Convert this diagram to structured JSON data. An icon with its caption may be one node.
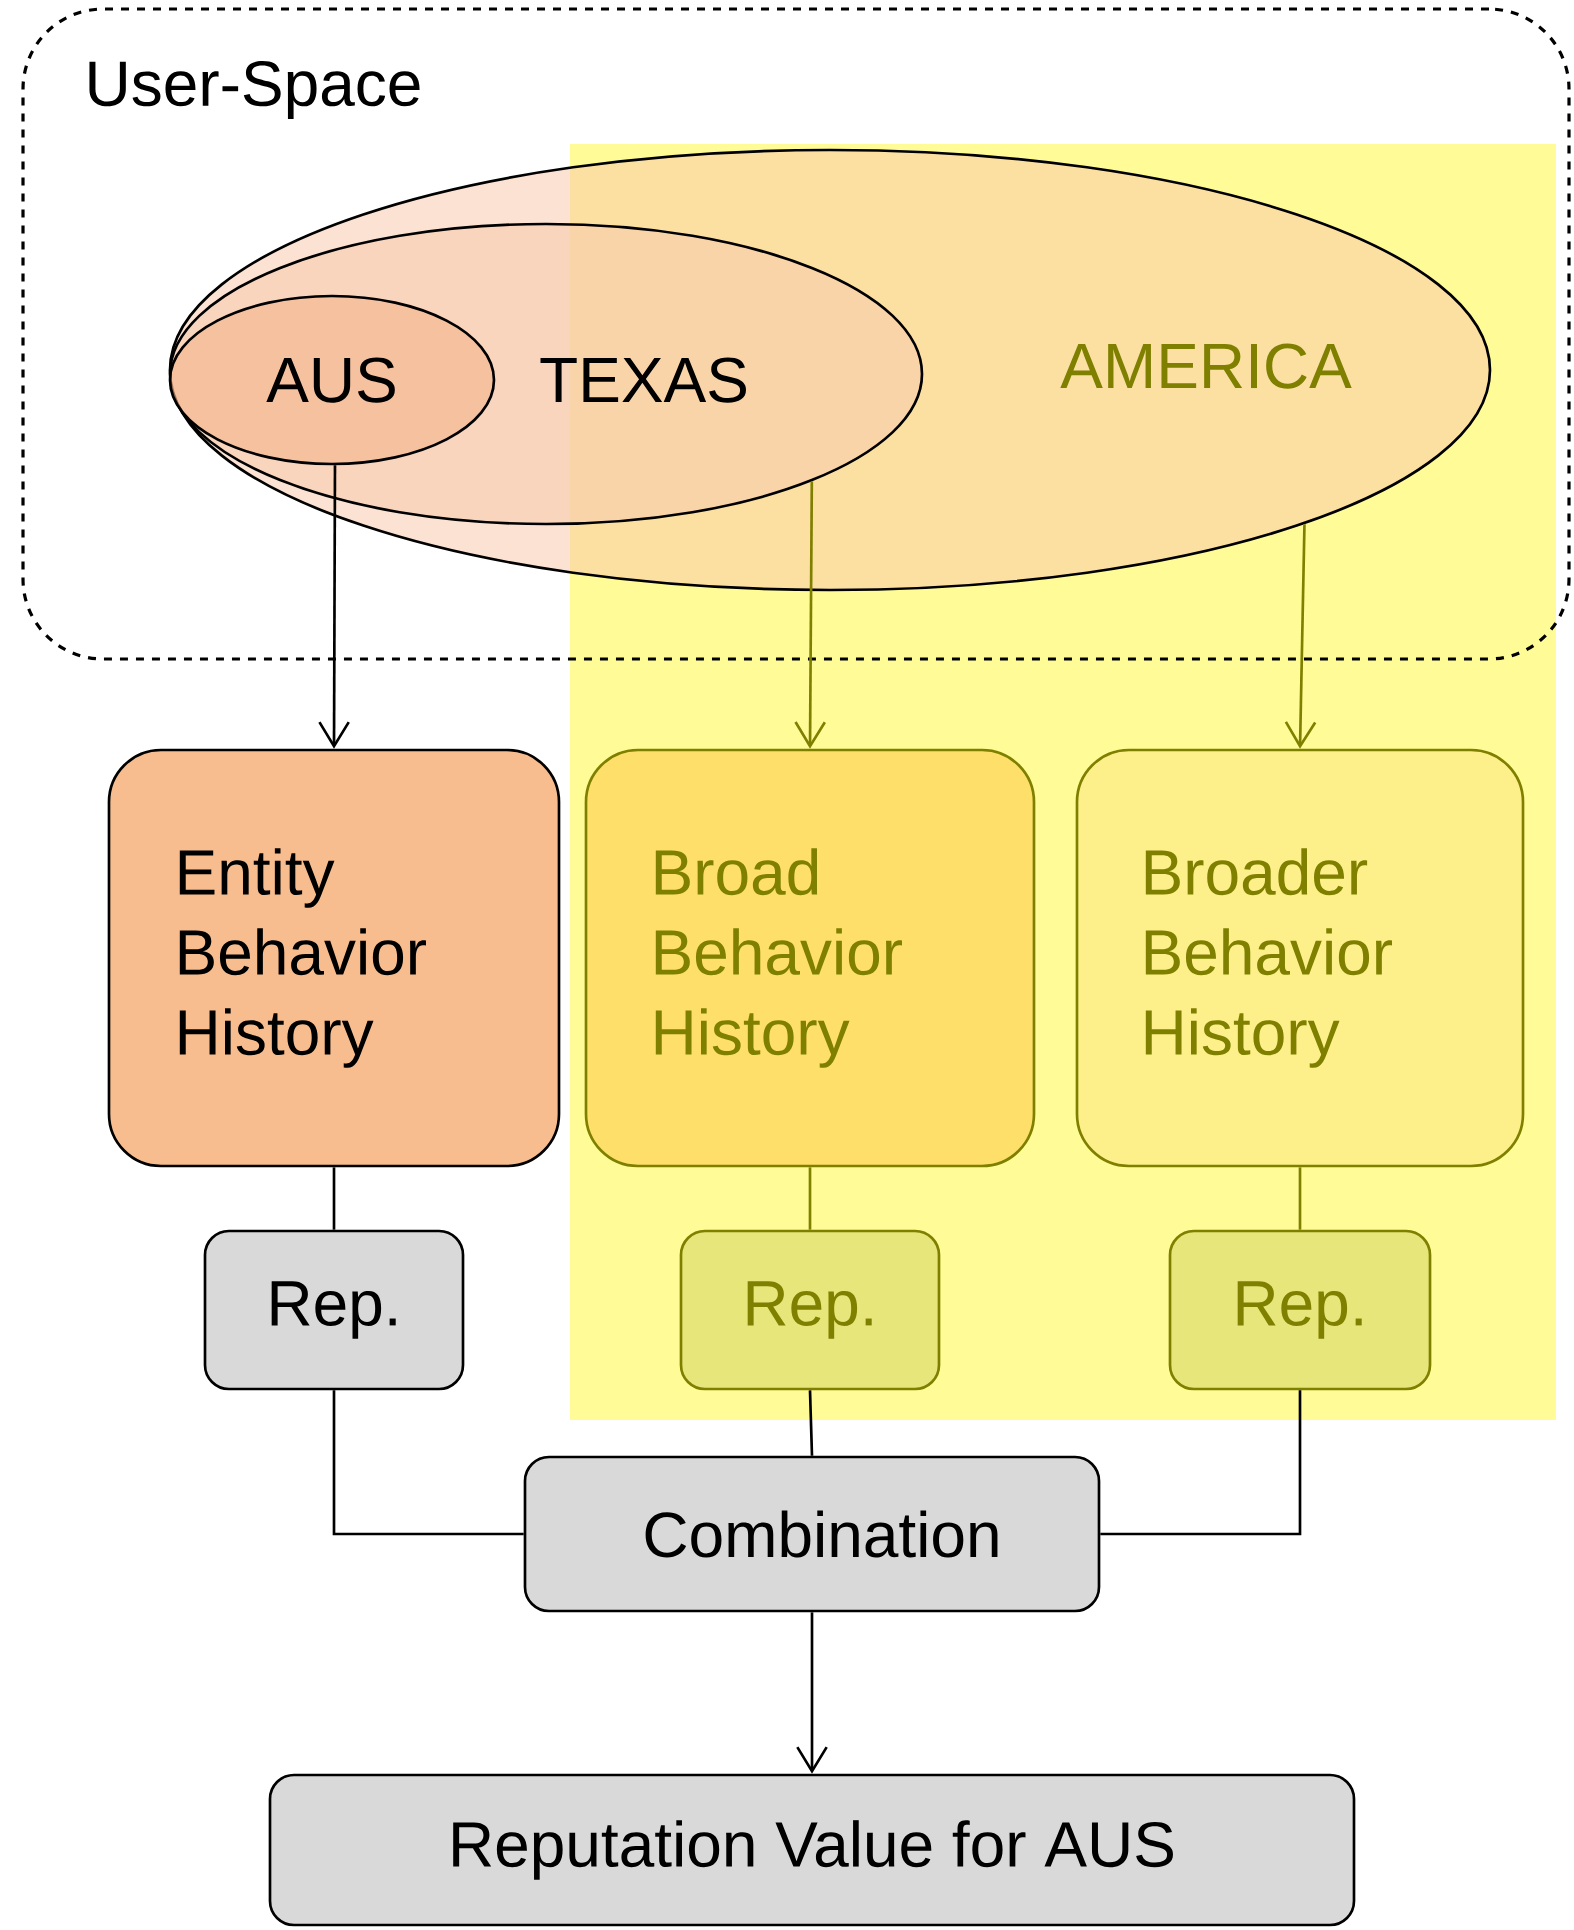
{
  "diagram": {
    "nodes": [
      {
        "text": [
          "User-Space"
        ]
      },
      {
        "text": [
          "AMERICA"
        ],
        "in": 0
      },
      {
        "text": [
          "TEXAS"
        ],
        "in": 1
      },
      {
        "text": [
          "AUS"
        ],
        "in": 2
      },
      {
        "text": [
          "Entity Behavior History"
        ]
      },
      {
        "text": [
          "Broad Behavior History"
        ]
      },
      {
        "text": [
          "Broader Behavior History"
        ]
      },
      {
        "text": [
          "Rep."
        ]
      },
      {
        "text": [
          "Rep."
        ]
      },
      {
        "text": [
          "Rep."
        ]
      },
      {
        "text": [
          "Combination"
        ]
      },
      {
        "text": [
          "Reputation Value for AUS"
        ]
      }
    ],
    "edges": [
      {
        "from": 3,
        "to": 4,
        "arrow": "to"
      },
      {
        "from": 2,
        "to": 5,
        "arrow": "to",
        "color": "#7f7f00"
      },
      {
        "from": 1,
        "to": 6,
        "arrow": "to",
        "color": "#7f7f00"
      },
      {
        "from": 4,
        "to": 7,
        "arrow": "none"
      },
      {
        "from": 5,
        "to": 8,
        "arrow": "none",
        "color": "#7f7f00"
      },
      {
        "from": 6,
        "to": 9,
        "arrow": "none",
        "color": "#7f7f00"
      },
      {
        "from": 7,
        "to": 10,
        "arrow": "none"
      },
      {
        "from": 8,
        "to": 10,
        "arrow": "none"
      },
      {
        "from": 9,
        "to": 10,
        "arrow": "none"
      },
      {
        "from": 10,
        "to": 11,
        "arrow": "to"
      }
    ]
  }
}
